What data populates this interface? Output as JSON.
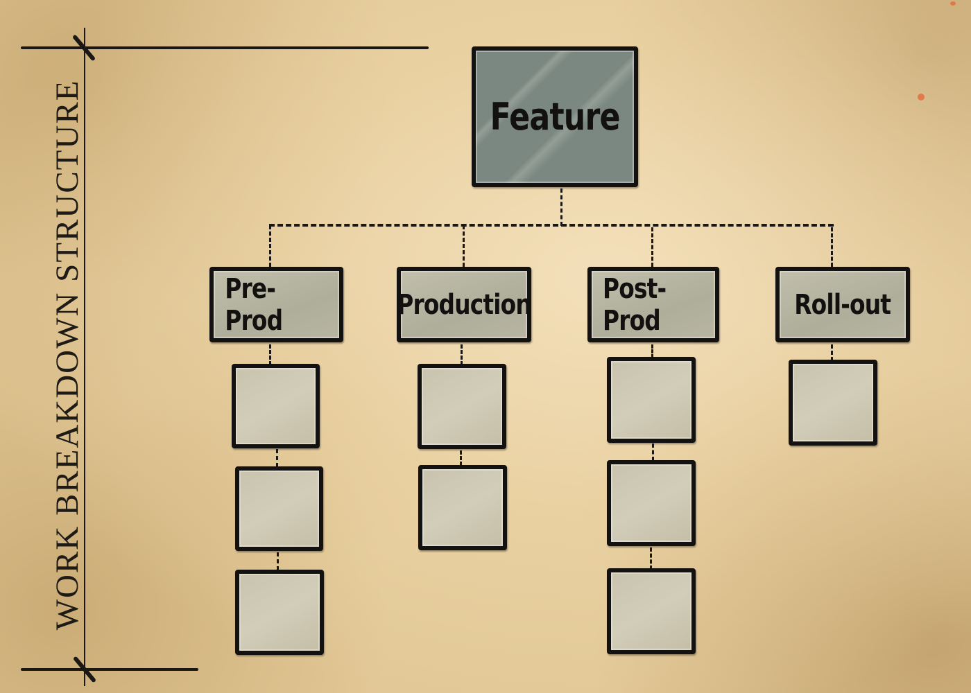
{
  "side_title": "WORK BREAKDOWN STRUCTURE",
  "root": {
    "label": "Feature",
    "color": "#7b8881"
  },
  "phases": [
    {
      "label": "Pre-Prod",
      "task_count": 3
    },
    {
      "label": "Production",
      "task_count": 2
    },
    {
      "label": "Post-Prod",
      "task_count": 3
    },
    {
      "label": "Roll-out",
      "task_count": 1
    }
  ],
  "colors": {
    "background": "#e2c896",
    "ink": "#141210",
    "phase_fill": "#b5b39f",
    "task_fill": "#c9c3ae"
  }
}
